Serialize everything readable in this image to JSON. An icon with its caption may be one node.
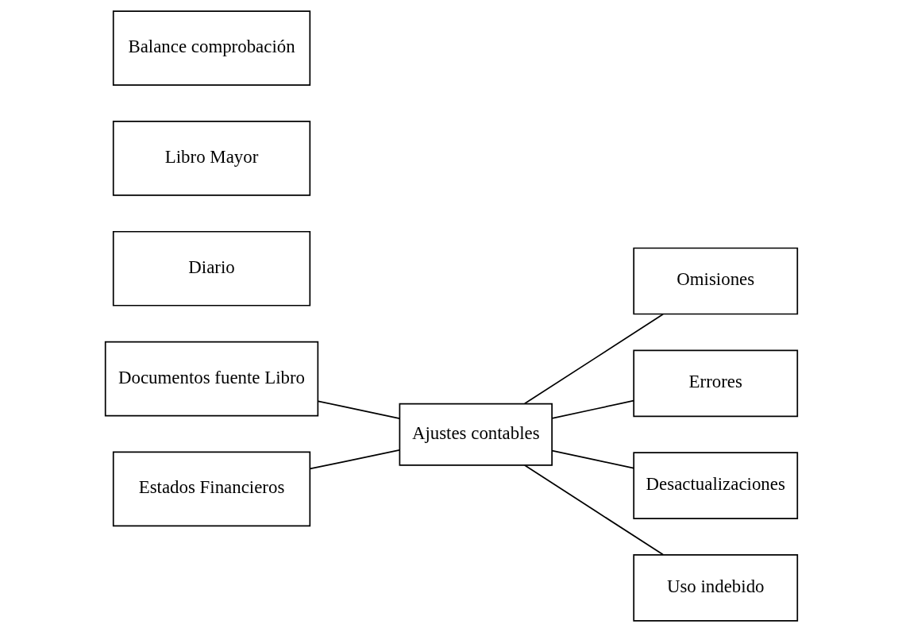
{
  "diagram": {
    "nodes": [
      {
        "text": [
          "Documentos fuente Libro"
        ]
      },
      {
        "text": [
          "Diario"
        ]
      },
      {
        "text": [
          "Libro Mayor"
        ]
      },
      {
        "text": [
          "Balance comprobación"
        ]
      },
      {
        "text": [
          "Estados Financieros"
        ]
      },
      {
        "text": [
          "Ajustes contables"
        ]
      },
      {
        "text": [
          "Omisiones"
        ]
      },
      {
        "text": [
          "Errores"
        ]
      },
      {
        "text": [
          "Desactualizaciones"
        ]
      },
      {
        "text": [
          "Uso indebido"
        ]
      }
    ],
    "edges": [
      {
        "from": 0,
        "to": 5,
        "arrow": "none"
      },
      {
        "from": 4,
        "to": 5,
        "arrow": "none"
      },
      {
        "from": 5,
        "to": 6,
        "arrow": "none"
      },
      {
        "from": 5,
        "to": 7,
        "arrow": "none"
      },
      {
        "from": 5,
        "to": 8,
        "arrow": "none"
      },
      {
        "from": 5,
        "to": 9,
        "arrow": "none"
      }
    ]
  }
}
